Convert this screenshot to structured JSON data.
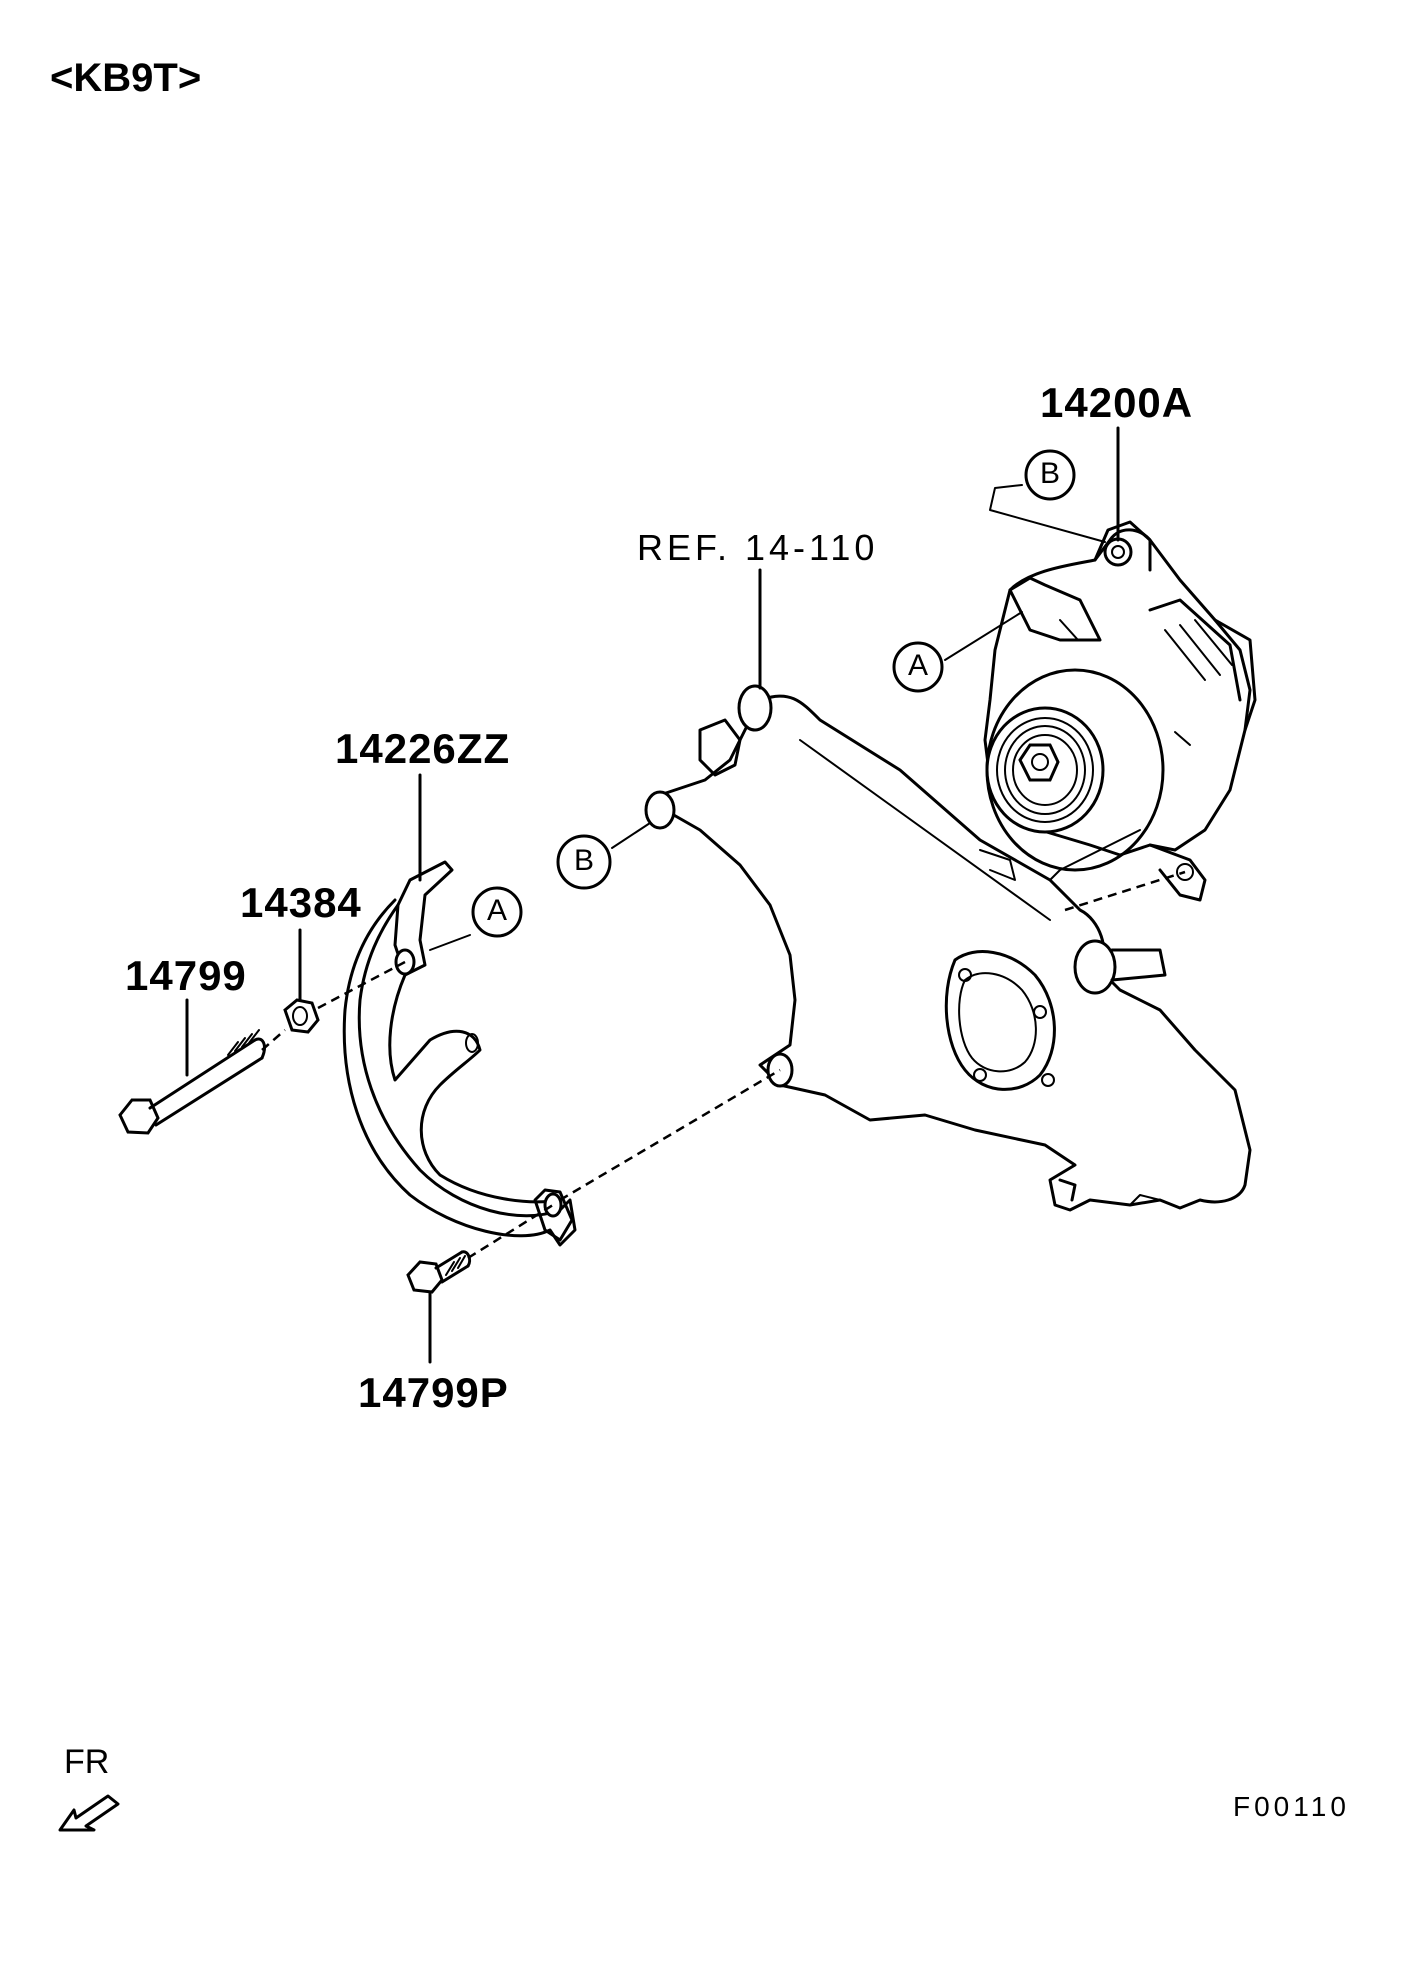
{
  "header": {
    "variant": "<KB9T>"
  },
  "callouts": {
    "alternator": "14200A",
    "ref": "REF. 14-110",
    "bracket": "14226ZZ",
    "nut": "14384",
    "bolt_long": "14799",
    "bolt_short": "14799P"
  },
  "connectors": {
    "a": "A",
    "b": "B"
  },
  "footer": {
    "direction": "FR",
    "figure_code": "F00110"
  }
}
